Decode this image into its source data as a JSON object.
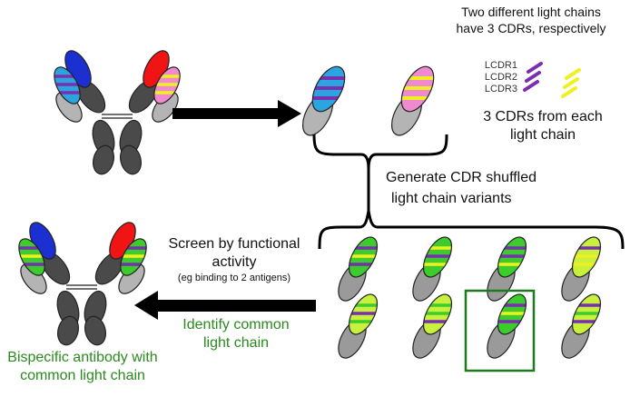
{
  "texts": {
    "two_chains_line1": "Two different light chains",
    "two_chains_line2": "have 3 CDRs, respectively",
    "lcdr1": "LCDR1",
    "lcdr2": "LCDR2",
    "lcdr3": "LCDR3",
    "cdrs_line1": "3 CDRs from each",
    "cdrs_line2": "light chain",
    "generate_line1": "Generate CDR shuffled",
    "generate_line2": "light chain variants",
    "screen_line1": "Screen by functional",
    "screen_line2": "activity",
    "screen_line3": "(eg binding to 2 antigens)",
    "identify_line1": "Identify common",
    "identify_line2": "light chain",
    "bispecific_line1": "Bispecific antibody with",
    "bispecific_line2": "common light chain"
  },
  "colors": {
    "heavy_chain_dark": "#4a4a4a",
    "constant_light_grey": "#b4b4b4",
    "variable_grey": "#8a8a8a",
    "antibody1_heavy_variable": "#1c2fd0",
    "antibody1_light_variable": "#2ba4e0",
    "antibody2_heavy_variable": "#f01414",
    "antibody2_light_variable": "#f08ad0",
    "stripe_purple": "#7a2fb0",
    "stripe_yellow": "#f0f020",
    "shuffled_green": "#3ccd2c",
    "shuffled_lime": "#c8f03c",
    "text_green": "#2a8a1e",
    "selection_box": "#1e7a1e",
    "arrow": "#000000"
  }
}
